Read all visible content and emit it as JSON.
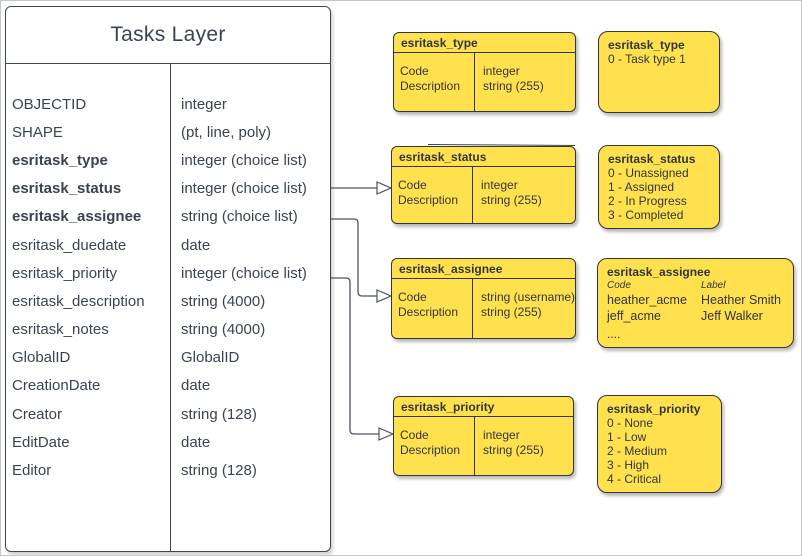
{
  "tasks_layer": {
    "title": "Tasks Layer",
    "fields": [
      {
        "name": "OBJECTID",
        "type": "integer"
      },
      {
        "name": "SHAPE",
        "type": "(pt, line, poly)"
      },
      {
        "name": "esritask_type",
        "type": "integer (choice list)"
      },
      {
        "name": "esritask_status",
        "type": "integer (choice list)"
      },
      {
        "name": "esritask_assignee",
        "type": "string (choice list)"
      },
      {
        "name": "esritask_duedate",
        "type": "date"
      },
      {
        "name": "esritask_priority",
        "type": "integer (choice list)"
      },
      {
        "name": "esritask_description",
        "type": "string (4000)"
      },
      {
        "name": "esritask_notes",
        "type": "string (4000)"
      },
      {
        "name": "GlobalID",
        "type": "GlobalID"
      },
      {
        "name": "CreationDate",
        "type": "date"
      },
      {
        "name": "Creator",
        "type": "string (128)"
      },
      {
        "name": "EditDate",
        "type": "date"
      },
      {
        "name": "Editor",
        "type": "string (128)"
      }
    ]
  },
  "domain_tables": [
    {
      "title": "esritask_type",
      "rows": [
        {
          "name": "Code",
          "type": "integer"
        },
        {
          "name": "Description",
          "type": "string (255)"
        }
      ]
    },
    {
      "title": "esritask_status",
      "rows": [
        {
          "name": "Code",
          "type": "integer"
        },
        {
          "name": "Description",
          "type": "string (255)"
        }
      ]
    },
    {
      "title": "esritask_assignee",
      "rows": [
        {
          "name": "Code",
          "type": "string (username)"
        },
        {
          "name": "Description",
          "type": "string (255)"
        }
      ]
    },
    {
      "title": "esritask_priority",
      "rows": [
        {
          "name": "Code",
          "type": "integer"
        },
        {
          "name": "Description",
          "type": "string (255)"
        }
      ]
    }
  ],
  "value_lists": [
    {
      "title": "esritask_type",
      "items": [
        "0 - Task type 1"
      ]
    },
    {
      "title": "esritask_status",
      "items": [
        "0 - Unassigned",
        "1 - Assigned",
        "2 - In Progress",
        "3 - Completed"
      ]
    },
    {
      "title": "esritask_assignee",
      "col_headers": {
        "code": "Code",
        "label": "Label"
      },
      "rows": [
        {
          "code": "heather_acme",
          "label": "Heather Smith"
        },
        {
          "code": "jeff_acme",
          "label": "Jeff Walker"
        }
      ],
      "ellipsis": "...."
    },
    {
      "title": "esritask_priority",
      "items": [
        "0 - None",
        "1 - Low",
        "2 - Medium",
        "3 - High",
        "4 - Critical"
      ]
    }
  ],
  "colors": {
    "box_fill": "#FFE14D",
    "box_border": "#33363D",
    "table_border": "#3F4753",
    "text": "#3A4450",
    "connector": "#4D5560",
    "background": "#FFFFFF"
  }
}
